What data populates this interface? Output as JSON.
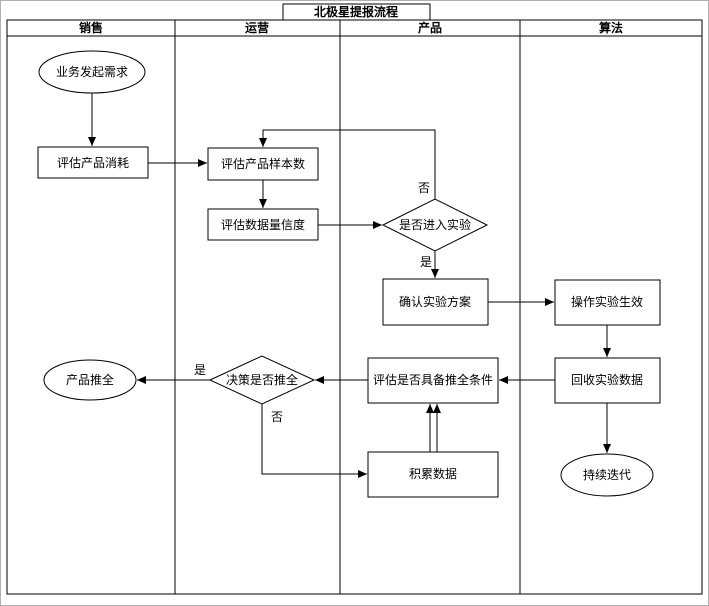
{
  "title": "北极星提报流程",
  "lanes": [
    {
      "label": "销售"
    },
    {
      "label": "运营"
    },
    {
      "label": "产品"
    },
    {
      "label": "算法"
    }
  ],
  "nodes": {
    "start": {
      "label": "业务发起需求",
      "shape": "ellipse",
      "lane": "销售"
    },
    "assess_consumption": {
      "label": "评估产品消耗",
      "shape": "rect",
      "lane": "销售"
    },
    "assess_sample_size": {
      "label": "评估产品样本数",
      "shape": "rect",
      "lane": "运营"
    },
    "assess_data_reliability": {
      "label": "评估数据量信度",
      "shape": "rect",
      "lane": "运营"
    },
    "enter_experiment": {
      "label": "是否进入实验",
      "shape": "diamond",
      "lane": "产品"
    },
    "confirm_plan": {
      "label": "确认实验方案",
      "shape": "rect",
      "lane": "产品"
    },
    "apply_experiment": {
      "label": "操作实验生效",
      "shape": "rect",
      "lane": "算法"
    },
    "collect_data": {
      "label": "回收实验数据",
      "shape": "rect",
      "lane": "算法"
    },
    "assess_rollout": {
      "label": "评估是否具备推全条件",
      "shape": "rect",
      "lane": "产品"
    },
    "decide_rollout": {
      "label": "决策是否推全",
      "shape": "diamond",
      "lane": "运营"
    },
    "product_rollout": {
      "label": "产品推全",
      "shape": "ellipse",
      "lane": "销售"
    },
    "accumulate_data": {
      "label": "积累数据",
      "shape": "rect",
      "lane": "产品"
    },
    "iterate": {
      "label": "持续迭代",
      "shape": "ellipse",
      "lane": "算法"
    }
  },
  "edges": [
    {
      "from": "start",
      "to": "assess_consumption",
      "label": ""
    },
    {
      "from": "assess_consumption",
      "to": "assess_sample_size",
      "label": ""
    },
    {
      "from": "assess_sample_size",
      "to": "assess_data_reliability",
      "label": ""
    },
    {
      "from": "assess_data_reliability",
      "to": "enter_experiment",
      "label": ""
    },
    {
      "from": "enter_experiment",
      "to": "assess_sample_size",
      "label": "否"
    },
    {
      "from": "enter_experiment",
      "to": "confirm_plan",
      "label": "是"
    },
    {
      "from": "confirm_plan",
      "to": "apply_experiment",
      "label": ""
    },
    {
      "from": "apply_experiment",
      "to": "collect_data",
      "label": ""
    },
    {
      "from": "collect_data",
      "to": "assess_rollout",
      "label": ""
    },
    {
      "from": "collect_data",
      "to": "iterate",
      "label": ""
    },
    {
      "from": "assess_rollout",
      "to": "decide_rollout",
      "label": ""
    },
    {
      "from": "decide_rollout",
      "to": "product_rollout",
      "label": "是"
    },
    {
      "from": "decide_rollout",
      "to": "accumulate_data",
      "label": "否"
    },
    {
      "from": "accumulate_data",
      "to": "assess_rollout",
      "label": "",
      "style": "double-line"
    }
  ]
}
